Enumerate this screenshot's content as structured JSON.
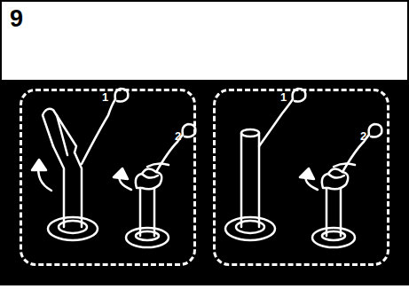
{
  "diagram": {
    "title": "9",
    "nodes": [
      {
        "text": [
          "1",
          "2"
        ]
      },
      {
        "text": [
          "1",
          "2"
        ]
      }
    ]
  }
}
